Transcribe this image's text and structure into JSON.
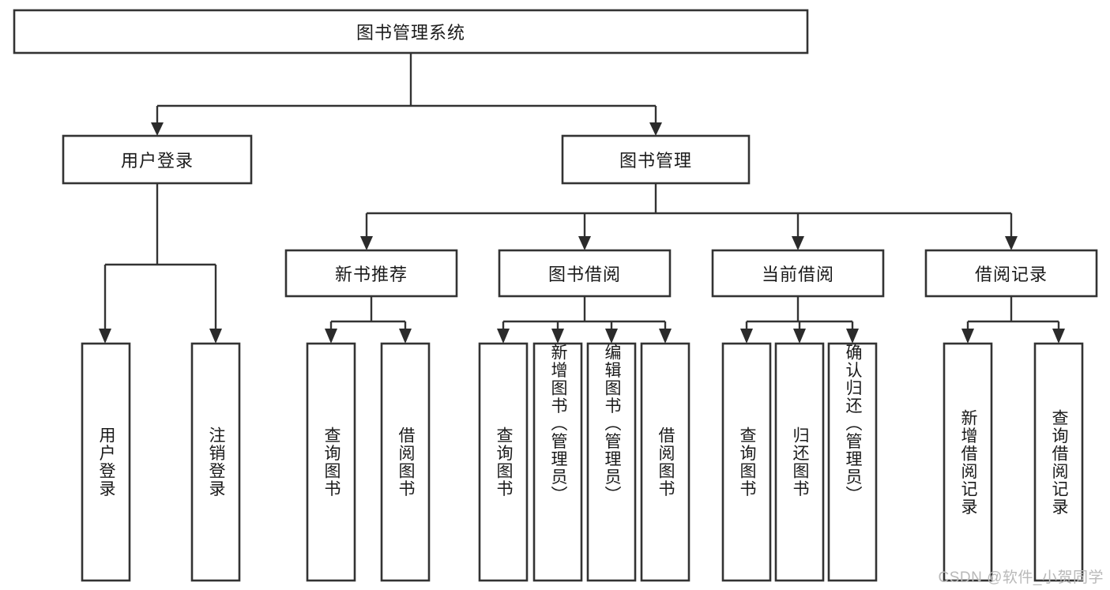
{
  "diagram": {
    "type": "hierarchy-tree",
    "title": "图书管理系统",
    "watermark": "CSDN @软件_小贺同学",
    "colors": {
      "background": "#ffffff",
      "box_fill": "#ffffff",
      "box_stroke": "#333333",
      "connector": "#333333",
      "arrow": "#2b2b2b",
      "text": "#1a1a1a",
      "watermark": "#b9b9b9"
    },
    "root": {
      "label": "图书管理系统",
      "orientation": "horizontal"
    },
    "level2": [
      {
        "label": "用户登录",
        "orientation": "horizontal"
      },
      {
        "label": "图书管理",
        "orientation": "horizontal"
      }
    ],
    "level3": [
      {
        "label": "新书推荐",
        "orientation": "horizontal"
      },
      {
        "label": "图书借阅",
        "orientation": "horizontal"
      },
      {
        "label": "当前借阅",
        "orientation": "horizontal"
      },
      {
        "label": "借阅记录",
        "orientation": "horizontal"
      }
    ],
    "leaves": {
      "user_login": [
        {
          "label": "用户登录"
        },
        {
          "label": "注销登录"
        }
      ],
      "new_book_recommend": [
        {
          "label": "查询图书"
        },
        {
          "label": "借阅图书"
        }
      ],
      "book_borrow": [
        {
          "label": "查询图书"
        },
        {
          "label": "新增图书（管理员）"
        },
        {
          "label": "编辑图书（管理员）"
        },
        {
          "label": "借阅图书"
        }
      ],
      "current_borrow": [
        {
          "label": "查询图书"
        },
        {
          "label": "归还图书"
        },
        {
          "label": "确认归还（管理员）"
        }
      ],
      "borrow_records": [
        {
          "label": "新增借阅记录"
        },
        {
          "label": "查询借阅记录"
        }
      ]
    }
  }
}
